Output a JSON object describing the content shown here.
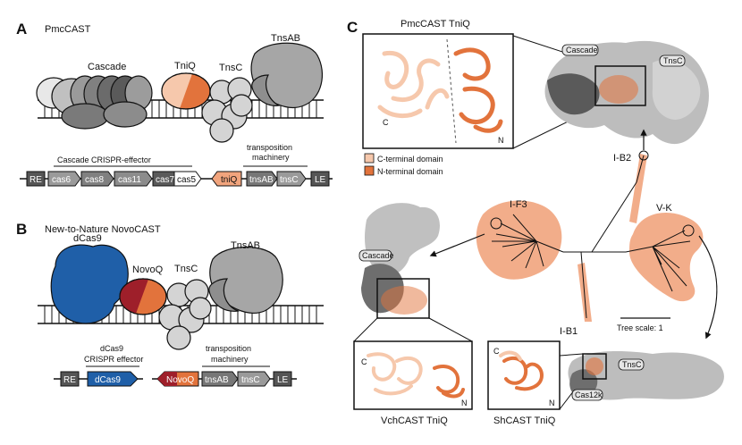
{
  "panel_a": {
    "letter": "A",
    "title": "PmcCAST",
    "labels": {
      "cascade": "Cascade",
      "tniq": "TniQ",
      "tnsc": "TnsC",
      "tnsab": "TnsAB"
    },
    "bracket_cascade": "Cascade CRISPR-effector",
    "bracket_transposition_line1": "transposition",
    "bracket_transposition_line2": "machinery",
    "genes": [
      "RE",
      "cas6",
      "cas8",
      "cas11",
      "cas7",
      "cas5",
      "tniQ",
      "tnsAB",
      "tnsC",
      "LE"
    ]
  },
  "panel_b": {
    "letter": "B",
    "title": "New-to-Nature NovoCAST",
    "labels": {
      "dcas9": "dCas9",
      "novoq": "NovoQ",
      "tnsc": "TnsC",
      "tnsab": "TnsAB"
    },
    "bracket_dcas9_line1": "dCas9",
    "bracket_dcas9_line2": "CRISPR effector",
    "bracket_transposition_line1": "transposition",
    "bracket_transposition_line2": "machinery",
    "genes": [
      "RE",
      "dCas9",
      "NovoQ",
      "tnsAB",
      "tnsC",
      "LE"
    ]
  },
  "panel_c": {
    "letter": "C",
    "inset_title": "PmcCAST TniQ",
    "legend": [
      "C-terminal domain",
      "N-terminal domain"
    ],
    "colors": {
      "c_terminal": "#f6c8ac",
      "n_terminal": "#e2733c",
      "tree_fill": "#f1a47d",
      "dcas9": "#1f5fa8",
      "novoq_dark": "#9e1f2a"
    },
    "struct_labels": {
      "cascade_top": "Cascade",
      "tnsc_top": "TnsC",
      "cascade_left": "Cascade",
      "tnsc_bottom": "TnsC",
      "cas12k": "Cas12k"
    },
    "clades": [
      "I-B2",
      "I-F3",
      "V-K",
      "I-B1"
    ],
    "tree_scale": "Tree scale: 1",
    "captions": {
      "vch": "VchCAST TniQ",
      "sh": "ShCAST TniQ"
    },
    "terminus": {
      "c": "C",
      "n": "N"
    }
  }
}
